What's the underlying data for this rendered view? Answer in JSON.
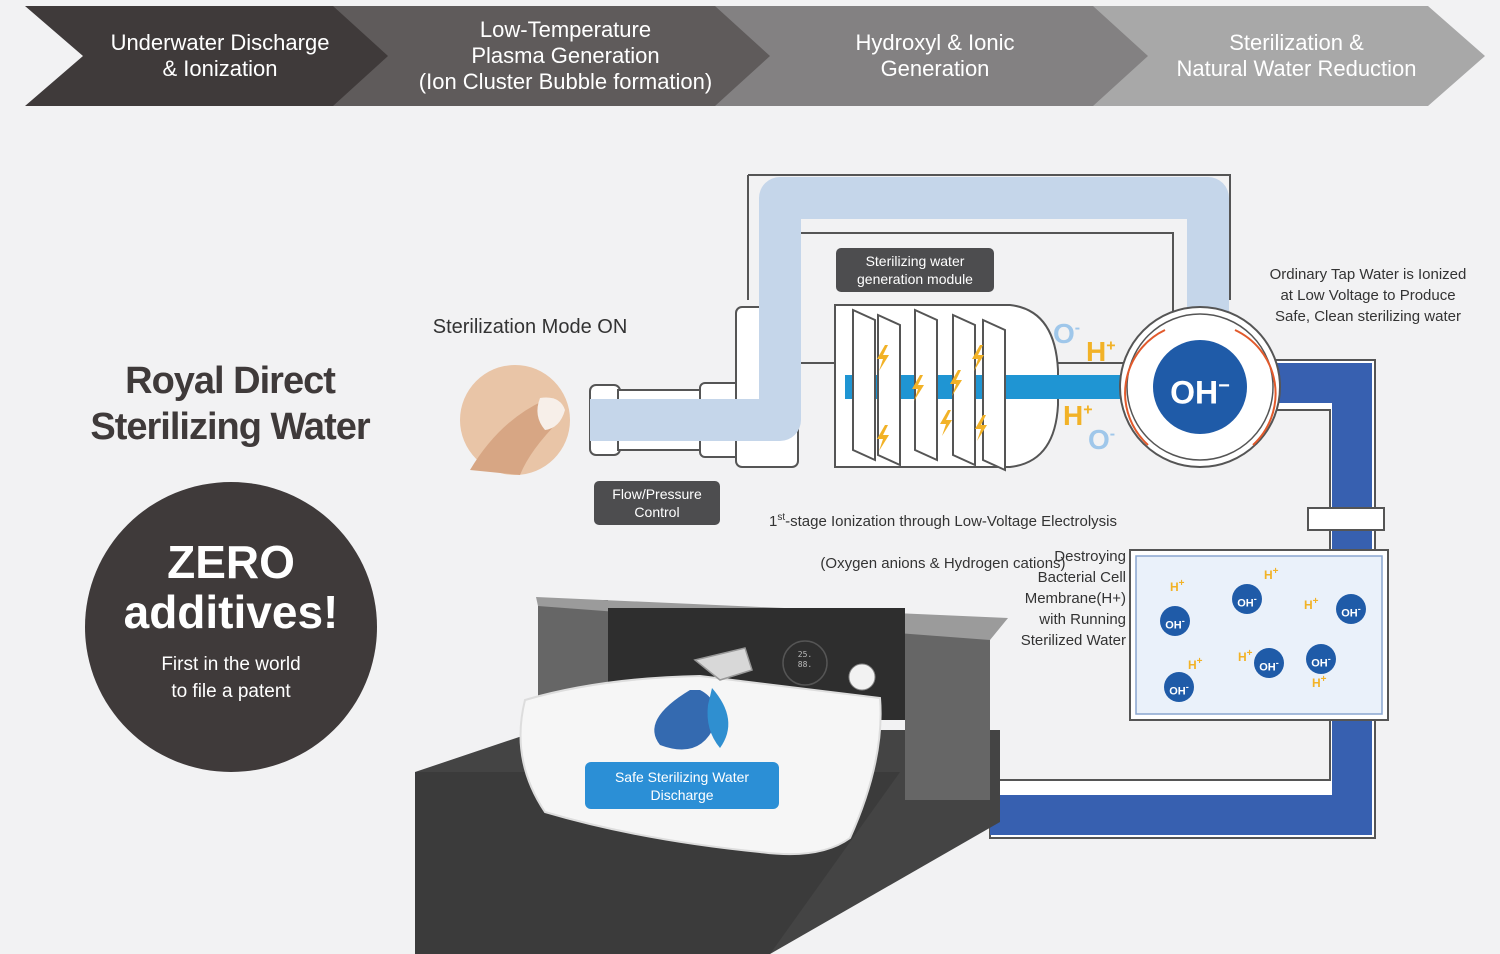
{
  "process_steps": [
    {
      "label": "Underwater Discharge\n& Ionization",
      "color": "#3f3a3a"
    },
    {
      "label": "Low-Temperature\nPlasma Generation\n(Ion Cluster Bubble formation)",
      "color": "#5f5b5b"
    },
    {
      "label": "Hydroxyl & Ionic\nGeneration",
      "color": "#838182"
    },
    {
      "label": "Sterilization &\nNatural Water Reduction",
      "color": "#a8a8a8"
    }
  ],
  "title": "Royal Direct\nSterilizing Water",
  "badge": {
    "headline": "ZERO\nadditives!",
    "sub": "First in the world\nto file a patent"
  },
  "sterilization_mode": "Sterilization Mode ON",
  "module_label": "Sterilizing water\ngeneration module",
  "flow_label": "Flow/Pressure\nControl",
  "ionization_line1_prefix": "1",
  "ionization_line1_sup": "st",
  "ionization_line1_rest": "-stage Ionization through Low-Voltage Electrolysis",
  "ionization_line2": "(Oxygen anions & Hydrogen cations)",
  "tap_water_note": "Ordinary Tap Water is Ionized\nat Low Voltage to Produce\nSafe, Clean sterilizing water",
  "oh_ion": "OH",
  "oh_charge": "−",
  "destroy_note": "Destroying\nBacterial Cell\nMembrane(H+)\nwith Running\nSterilized Water",
  "discharge_label": "Safe Sterilizing Water\nDischarge",
  "ions": {
    "o": "O",
    "h": "H",
    "minus": "-",
    "plus": "+"
  },
  "particle_oh": "OH",
  "particle_oh_charge": "-",
  "particle_h": "H",
  "particle_h_charge": "+",
  "display_top": "25.",
  "display_bottom": "88.",
  "colors": {
    "light_pipe": "#c5d6ea",
    "dark_pipe": "#3760b0",
    "cyan_pipe": "#1f95d3",
    "oh_circle": "#1f5ba8",
    "arrow": "#e25a2c",
    "bolt": "#f2b227"
  }
}
